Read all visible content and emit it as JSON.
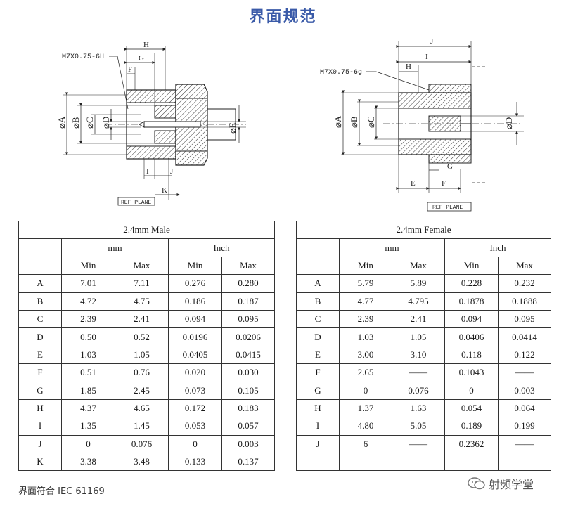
{
  "page": {
    "title": "界面规范",
    "footer": "界面符合  IEC 61169",
    "watermark": "射频学堂"
  },
  "male_drawing": {
    "thread_label": "M7X0.75-6H",
    "ref_plane": "REF PLANE",
    "dims": {
      "H": "H",
      "G": "G",
      "F": "F",
      "I": "I",
      "J": "J",
      "K": "K"
    },
    "diameters": {
      "A": "⌀A",
      "B": "⌀B",
      "C": "⌀C",
      "D": "⌀D",
      "E": "⌀E"
    }
  },
  "female_drawing": {
    "thread_label": "M7X0.75-6g",
    "ref_plane": "REF PLANE",
    "dims": {
      "J": "J",
      "I": "I",
      "H": "H",
      "G": "G",
      "E": "E",
      "F": "F"
    },
    "diameters": {
      "A": "⌀A",
      "B": "⌀B",
      "C": "⌀C",
      "D": "⌀D"
    }
  },
  "male_table": {
    "title": "2.4mm Male",
    "group_mm": "mm",
    "group_inch": "Inch",
    "col_min": "Min",
    "col_max": "Max",
    "rows": [
      {
        "dim": "A",
        "mm_min": "7.01",
        "mm_max": "7.11",
        "in_min": "0.276",
        "in_max": "0.280"
      },
      {
        "dim": "B",
        "mm_min": "4.72",
        "mm_max": "4.75",
        "in_min": "0.186",
        "in_max": "0.187"
      },
      {
        "dim": "C",
        "mm_min": "2.39",
        "mm_max": "2.41",
        "in_min": "0.094",
        "in_max": "0.095"
      },
      {
        "dim": "D",
        "mm_min": "0.50",
        "mm_max": "0.52",
        "in_min": "0.0196",
        "in_max": "0.0206"
      },
      {
        "dim": "E",
        "mm_min": "1.03",
        "mm_max": "1.05",
        "in_min": "0.0405",
        "in_max": "0.0415"
      },
      {
        "dim": "F",
        "mm_min": "0.51",
        "mm_max": "0.76",
        "in_min": "0.020",
        "in_max": "0.030"
      },
      {
        "dim": "G",
        "mm_min": "1.85",
        "mm_max": "2.45",
        "in_min": "0.073",
        "in_max": "0.105"
      },
      {
        "dim": "H",
        "mm_min": "4.37",
        "mm_max": "4.65",
        "in_min": "0.172",
        "in_max": "0.183"
      },
      {
        "dim": "I",
        "mm_min": "1.35",
        "mm_max": "1.45",
        "in_min": "0.053",
        "in_max": "0.057"
      },
      {
        "dim": "J",
        "mm_min": "0",
        "mm_max": "0.076",
        "in_min": "0",
        "in_max": "0.003"
      },
      {
        "dim": "K",
        "mm_min": "3.38",
        "mm_max": "3.48",
        "in_min": "0.133",
        "in_max": "0.137"
      }
    ]
  },
  "female_table": {
    "title": "2.4mm Female",
    "group_mm": "mm",
    "group_inch": "Inch",
    "col_min": "Min",
    "col_max": "Max",
    "rows": [
      {
        "dim": "A",
        "mm_min": "5.79",
        "mm_max": "5.89",
        "in_min": "0.228",
        "in_max": "0.232"
      },
      {
        "dim": "B",
        "mm_min": "4.77",
        "mm_max": "4.795",
        "in_min": "0.1878",
        "in_max": "0.1888"
      },
      {
        "dim": "C",
        "mm_min": "2.39",
        "mm_max": "2.41",
        "in_min": "0.094",
        "in_max": "0.095"
      },
      {
        "dim": "D",
        "mm_min": "1.03",
        "mm_max": "1.05",
        "in_min": "0.0406",
        "in_max": "0.0414"
      },
      {
        "dim": "E",
        "mm_min": "3.00",
        "mm_max": "3.10",
        "in_min": "0.118",
        "in_max": "0.122"
      },
      {
        "dim": "F",
        "mm_min": "2.65",
        "mm_max": "——",
        "in_min": "0.1043",
        "in_max": "——"
      },
      {
        "dim": "G",
        "mm_min": "0",
        "mm_max": "0.076",
        "in_min": "0",
        "in_max": "0.003"
      },
      {
        "dim": "H",
        "mm_min": "1.37",
        "mm_max": "1.63",
        "in_min": "0.054",
        "in_max": "0.064"
      },
      {
        "dim": "I",
        "mm_min": "4.80",
        "mm_max": "5.05",
        "in_min": "0.189",
        "in_max": "0.199"
      },
      {
        "dim": "J",
        "mm_min": "6",
        "mm_max": "——",
        "in_min": "0.2362",
        "in_max": "——"
      },
      {
        "dim": "",
        "mm_min": "",
        "mm_max": "",
        "in_min": "",
        "in_max": ""
      }
    ]
  }
}
